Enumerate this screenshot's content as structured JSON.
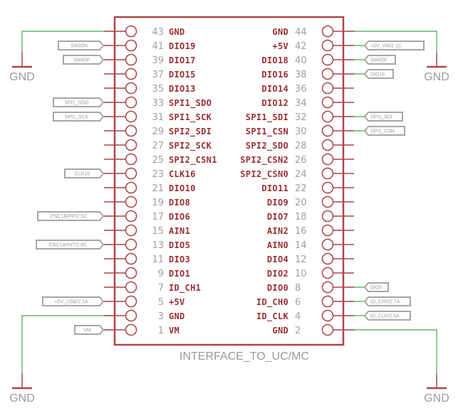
{
  "part_name": "INTERFACE_TO_UC/MC",
  "colors": {
    "symbol": "#a9474a",
    "wire": "#49a84b",
    "label_outline": "#a6a6a6",
    "text_gray": "#9a9a9a",
    "pin_name": "#9c2f33"
  },
  "left_pins": [
    {
      "num": "43",
      "name": "GND",
      "connection": "gnd"
    },
    {
      "num": "41",
      "name": "DIO19",
      "connection": "label",
      "label": "SWION"
    },
    {
      "num": "39",
      "name": "DIO17",
      "connection": "label",
      "label": "SWIOP"
    },
    {
      "num": "37",
      "name": "DIO15",
      "connection": "stub"
    },
    {
      "num": "35",
      "name": "DIO13",
      "connection": "stub"
    },
    {
      "num": "33",
      "name": "SPI1_SDO",
      "connection": "label",
      "label": "SPI1_SDO"
    },
    {
      "num": "31",
      "name": "SPI1_SCK",
      "connection": "label",
      "label": "SPI1_SCK"
    },
    {
      "num": "29",
      "name": "SPI2_SDI",
      "connection": "stub"
    },
    {
      "num": "27",
      "name": "SPI2_SCK",
      "connection": "stub"
    },
    {
      "num": "25",
      "name": "SPI2_CSN1",
      "connection": "stub"
    },
    {
      "num": "23",
      "name": "CLK16",
      "connection": "label",
      "label": "CLK16"
    },
    {
      "num": "21",
      "name": "DIO10",
      "connection": "stub"
    },
    {
      "num": "19",
      "name": "DIO8",
      "connection": "stub"
    },
    {
      "num": "17",
      "name": "DIO6",
      "connection": "label",
      "label": "ENC1B/PP/2.5C"
    },
    {
      "num": "15",
      "name": "AIN1",
      "connection": "stub"
    },
    {
      "num": "13",
      "name": "DIO5",
      "connection": "label",
      "label": "ENC1A/INT/2.6C"
    },
    {
      "num": "11",
      "name": "DIO3",
      "connection": "stub"
    },
    {
      "num": "9",
      "name": "DIO1",
      "connection": "stub"
    },
    {
      "num": "7",
      "name": "ID_CH1",
      "connection": "stub"
    },
    {
      "num": "5",
      "name": "+5V",
      "connection": "label",
      "label": "+5V_USB/2.2A"
    },
    {
      "num": "3",
      "name": "GND",
      "connection": "gnd"
    },
    {
      "num": "1",
      "name": "VM",
      "connection": "label",
      "label": "VM"
    }
  ],
  "right_pins": [
    {
      "num": "44",
      "name": "GND",
      "connection": "gnd"
    },
    {
      "num": "42",
      "name": "+5V",
      "connection": "label",
      "label": "+5V_VM/2.1C"
    },
    {
      "num": "40",
      "name": "DIO18",
      "connection": "label",
      "label": "SWIOP"
    },
    {
      "num": "38",
      "name": "DIO16",
      "connection": "label",
      "label": "DIO16"
    },
    {
      "num": "36",
      "name": "DIO14",
      "connection": "stub"
    },
    {
      "num": "34",
      "name": "DIO12",
      "connection": "stub"
    },
    {
      "num": "32",
      "name": "SPI1_SDI",
      "connection": "label",
      "label": "SPI1_SDI"
    },
    {
      "num": "30",
      "name": "SPI1_CSN",
      "connection": "label",
      "label": "SPI1_CSN"
    },
    {
      "num": "28",
      "name": "SPI2_SDO",
      "connection": "stub"
    },
    {
      "num": "26",
      "name": "SPI2_CSN2",
      "connection": "stub"
    },
    {
      "num": "24",
      "name": "SPI2_CSN0",
      "connection": "stub"
    },
    {
      "num": "22",
      "name": "DIO11",
      "connection": "stub"
    },
    {
      "num": "20",
      "name": "DIO9",
      "connection": "stub"
    },
    {
      "num": "18",
      "name": "DIO7",
      "connection": "stub"
    },
    {
      "num": "16",
      "name": "AIN2",
      "connection": "stub"
    },
    {
      "num": "14",
      "name": "AIN0",
      "connection": "stub"
    },
    {
      "num": "12",
      "name": "DIO4",
      "connection": "stub"
    },
    {
      "num": "10",
      "name": "DIO2",
      "connection": "stub"
    },
    {
      "num": "8",
      "name": "DIO0",
      "connection": "label",
      "label": "DIO0"
    },
    {
      "num": "6",
      "name": "ID_CH0",
      "connection": "label",
      "label": "ID_CH0/2.7A"
    },
    {
      "num": "4",
      "name": "ID_CLK",
      "connection": "label",
      "label": "ID_CLK/2.5A"
    },
    {
      "num": "2",
      "name": "GND",
      "connection": "gnd"
    }
  ],
  "gnd_symbols": [
    {
      "id": "gnd-top-left",
      "label": "GND"
    },
    {
      "id": "gnd-top-right",
      "label": "GND"
    },
    {
      "id": "gnd-bottom-left",
      "label": "GND"
    },
    {
      "id": "gnd-bottom-right",
      "label": "GND"
    }
  ]
}
